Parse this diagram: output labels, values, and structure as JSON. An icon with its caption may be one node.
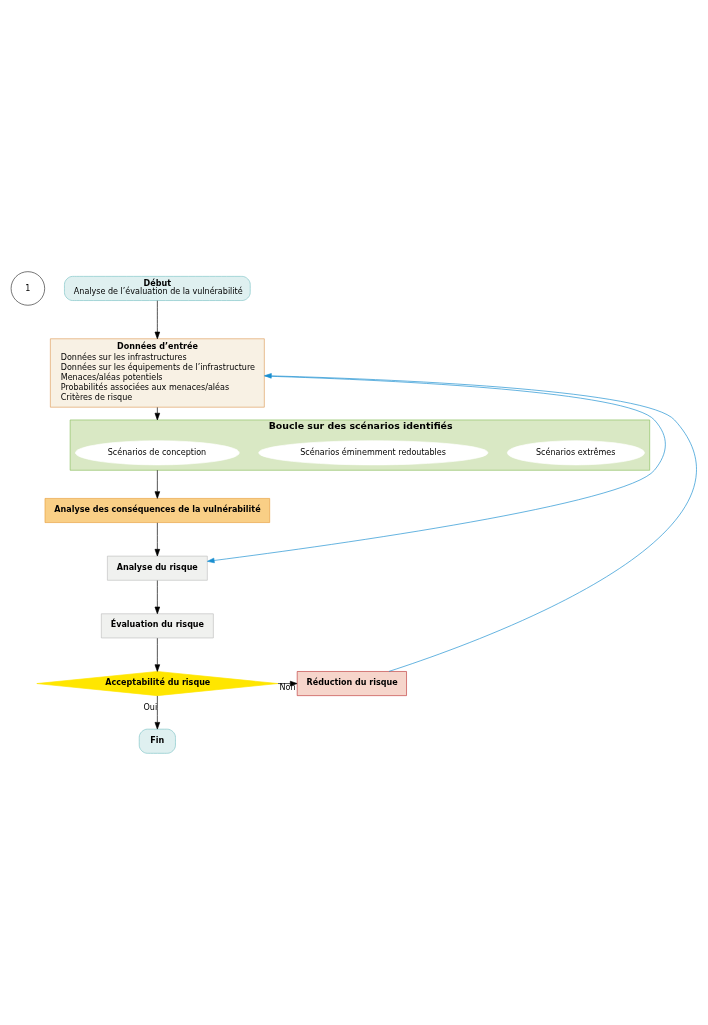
{
  "diagram": {
    "nodes": [
      {
        "text": [
          "1"
        ]
      },
      {
        "text": [
          "Début",
          "Analyse de l’évaluation de la vulnérabilité"
        ]
      },
      {
        "text": [
          "Données d’entrée",
          "Données sur les infrastructures",
          "Données sur les équipements de l’infrastructure",
          "Menaces/aléas potentiels",
          "Probabilités associées aux menaces/aléas",
          "Critères de risque"
        ]
      },
      {
        "text": [
          "Boucle sur des scénarios identifiés"
        ]
      },
      {
        "text": [
          "Scénarios de conception"
        ],
        "in": 3
      },
      {
        "text": [
          "Scénarios éminemment redoutables"
        ],
        "in": 3
      },
      {
        "text": [
          "Scénarios extrêmes"
        ],
        "in": 3
      },
      {
        "text": [
          "Analyse des conséquences de la vulnérabilité"
        ]
      },
      {
        "text": [
          "Analyse du risque"
        ]
      },
      {
        "text": [
          "Évaluation du risque"
        ]
      },
      {
        "text": [
          "Acceptabilité du risque"
        ]
      },
      {
        "text": [
          "Réduction du risque"
        ]
      },
      {
        "text": [
          "Fin"
        ]
      }
    ],
    "edges": [
      {
        "from": 1,
        "to": 2,
        "arrow": "to"
      },
      {
        "from": 2,
        "to": 3,
        "arrow": "to"
      },
      {
        "from": 3,
        "to": 7,
        "arrow": "to"
      },
      {
        "from": 7,
        "to": 8,
        "arrow": "to"
      },
      {
        "from": 8,
        "to": 9,
        "arrow": "to"
      },
      {
        "from": 9,
        "to": 10,
        "arrow": "to"
      },
      {
        "from": 10,
        "to": 11,
        "arrow": "to",
        "label": "Non"
      },
      {
        "from": 10,
        "to": 12,
        "arrow": "to",
        "label": "Oui"
      },
      {
        "from": 11,
        "to": 2,
        "arrow": "to",
        "color": "#1a8fd0"
      },
      {
        "from": 2,
        "to": 8,
        "arrow": "to",
        "color": "#1a8fd0"
      }
    ]
  }
}
